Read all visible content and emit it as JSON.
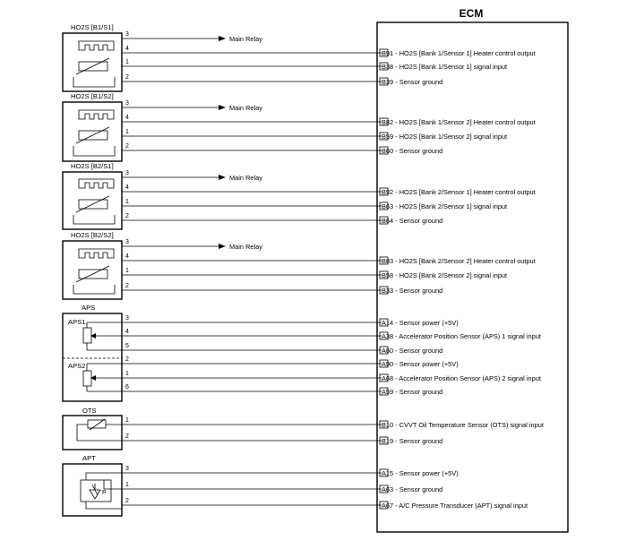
{
  "ecm": {
    "title": "ECM"
  },
  "relay_label": "Main Relay",
  "o2_sensors": [
    {
      "name": "HO2S [B1/S1]",
      "relay_pin": "3",
      "rows": [
        {
          "pin": "4",
          "ecm_pin": "B91",
          "label": "B91 - HO2S [Bank 1/Sensor 1] Heater control output"
        },
        {
          "pin": "1",
          "ecm_pin": "B38",
          "label": "B38 - HO2S [Bank 1/Sensor 1] signal input"
        },
        {
          "pin": "2",
          "ecm_pin": "B39",
          "label": "B39 - Sensor ground"
        }
      ]
    },
    {
      "name": "HO2S [B1/S2]",
      "relay_pin": "3",
      "rows": [
        {
          "pin": "4",
          "ecm_pin": "B82",
          "label": "B82 - HO2S [Bank 1/Sensor 2] Heater control output"
        },
        {
          "pin": "1",
          "ecm_pin": "B59",
          "label": "B59 - HO2S [Bank 1/Sensor 2] signal input"
        },
        {
          "pin": "2",
          "ecm_pin": "B60",
          "label": "B60 - Sensor ground"
        }
      ]
    },
    {
      "name": "HO2S [B2/S1]",
      "relay_pin": "3",
      "rows": [
        {
          "pin": "4",
          "ecm_pin": "B92",
          "label": "B92 - HO2S [Bank 2/Sensor 1] Heater control output"
        },
        {
          "pin": "1",
          "ecm_pin": "B63",
          "label": "B63 - HO2S [Bank 2/Sensor 1] signal input"
        },
        {
          "pin": "2",
          "ecm_pin": "B64",
          "label": "B64 - Sensor ground"
        }
      ]
    },
    {
      "name": "HO2S [B2/S2]",
      "relay_pin": "3",
      "rows": [
        {
          "pin": "4",
          "ecm_pin": "B83",
          "label": "B83 - HO2S [Bank 2/Sensor 2] Heater control output"
        },
        {
          "pin": "1",
          "ecm_pin": "B58",
          "label": "B58 - HO2S [Bank 2/Sensor 2] signal input"
        },
        {
          "pin": "2",
          "ecm_pin": "B33",
          "label": "B33 - Sensor ground"
        }
      ]
    }
  ],
  "aps": {
    "name": "APS",
    "parts": [
      {
        "name": "APS1",
        "rows": [
          {
            "pin": "3",
            "ecm_pin": "A14",
            "label": "A14 - Sensor power (+5V)"
          },
          {
            "pin": "4",
            "ecm_pin": "A38",
            "label": "A38 - Accelerator Position Sensor (APS) 1 signal input"
          },
          {
            "pin": "5",
            "ecm_pin": "A60",
            "label": "A60 - Sensor ground"
          }
        ]
      },
      {
        "name": "APS2",
        "rows": [
          {
            "pin": "2",
            "ecm_pin": "A90",
            "label": "A90 - Sensor power (+5V)"
          },
          {
            "pin": "1",
            "ecm_pin": "A68",
            "label": "A68 - Accelerator Position Sensor (APS) 2 signal input"
          },
          {
            "pin": "6",
            "ecm_pin": "A59",
            "label": "A59 - Sensor ground"
          }
        ]
      }
    ]
  },
  "ots": {
    "name": "OTS",
    "rows": [
      {
        "pin": "1",
        "ecm_pin": "B10",
        "label": "B10 - CVVT Oil Temperature Sensor (OTS) signal input"
      },
      {
        "pin": "2",
        "ecm_pin": "B19",
        "label": "B19 - Sensor ground"
      }
    ]
  },
  "apt": {
    "name": "APT",
    "element_symbol": "P",
    "rows": [
      {
        "pin": "3",
        "ecm_pin": "A15",
        "label": "A15 - Sensor power (+5V)"
      },
      {
        "pin": "1",
        "ecm_pin": "A63",
        "label": "A63 - Sensor ground"
      },
      {
        "pin": "2",
        "ecm_pin": "A67",
        "label": "A67 - A/C Pressure Transducer (APT) signal input"
      }
    ]
  }
}
